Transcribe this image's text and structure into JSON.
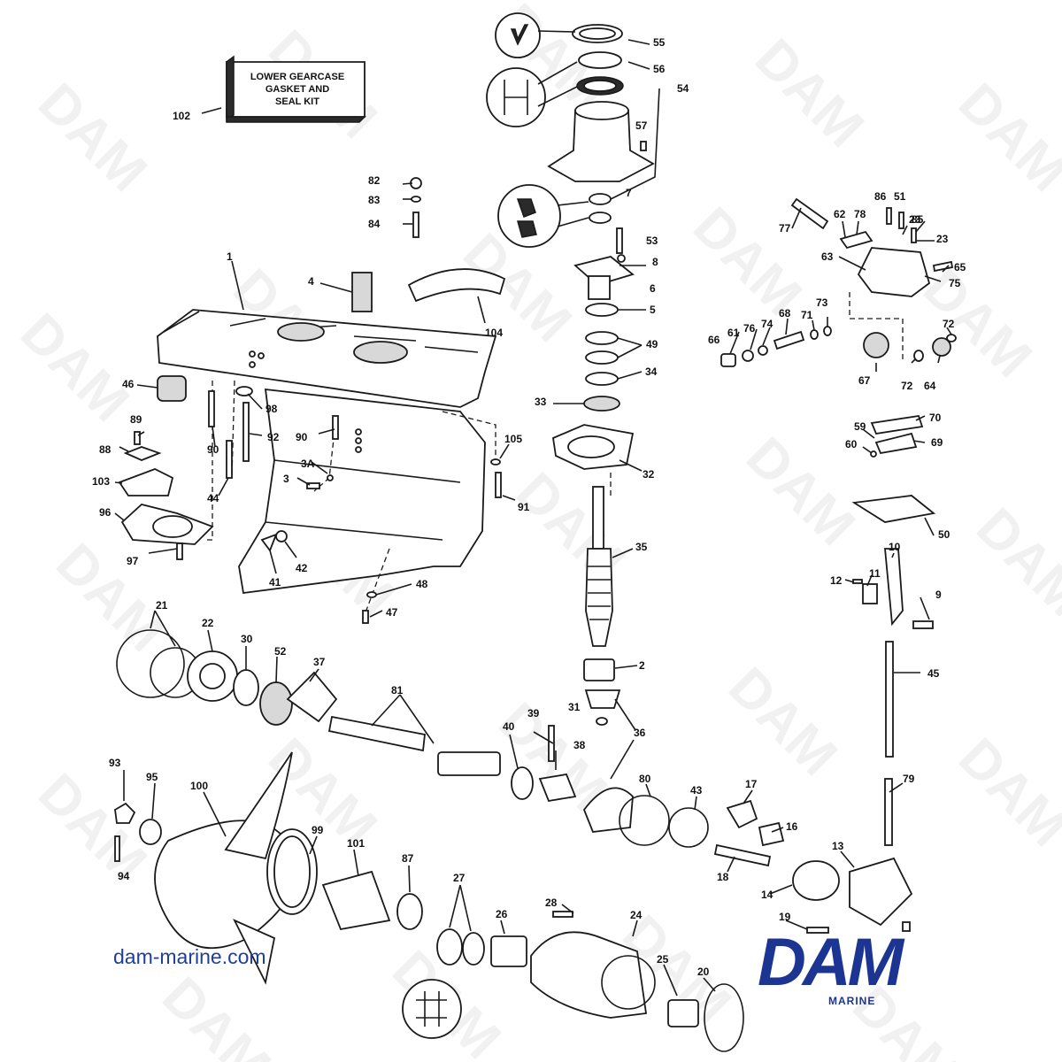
{
  "kit_box": {
    "lines": [
      "LOWER GEARCASE",
      "GASKET AND",
      "SEAL KIT"
    ],
    "number": "102"
  },
  "callouts": [
    "1",
    "2",
    "3",
    "3A",
    "4",
    "5",
    "6",
    "7",
    "8",
    "9",
    "10",
    "11",
    "12",
    "13",
    "14",
    "16",
    "17",
    "18",
    "19",
    "20",
    "21",
    "22",
    "23",
    "23",
    "24",
    "25",
    "26",
    "27",
    "28",
    "30",
    "31",
    "32",
    "33",
    "34",
    "35",
    "36",
    "37",
    "38",
    "39",
    "40",
    "41",
    "42",
    "43",
    "44",
    "45",
    "46",
    "47",
    "48",
    "49",
    "50",
    "51",
    "52",
    "53",
    "54",
    "55",
    "56",
    "57",
    "59",
    "60",
    "61",
    "62",
    "63",
    "64",
    "65",
    "66",
    "67",
    "68",
    "69",
    "70",
    "71",
    "72",
    "72",
    "73",
    "74",
    "75",
    "76",
    "77",
    "78",
    "79",
    "80",
    "81",
    "82",
    "83",
    "84",
    "85",
    "86",
    "87",
    "88",
    "89",
    "90",
    "90",
    "91",
    "92",
    "93",
    "94",
    "95",
    "96",
    "97",
    "98",
    "99",
    "100",
    "101",
    "103",
    "104",
    "105"
  ],
  "watermark": "DAM",
  "website": "dam-marine.com",
  "logo": {
    "mark": "DAM",
    "sub": "MARINE",
    "color": "#1c3592"
  },
  "colors": {
    "line": "#1a1a1a",
    "link": "#1e3f9e"
  }
}
